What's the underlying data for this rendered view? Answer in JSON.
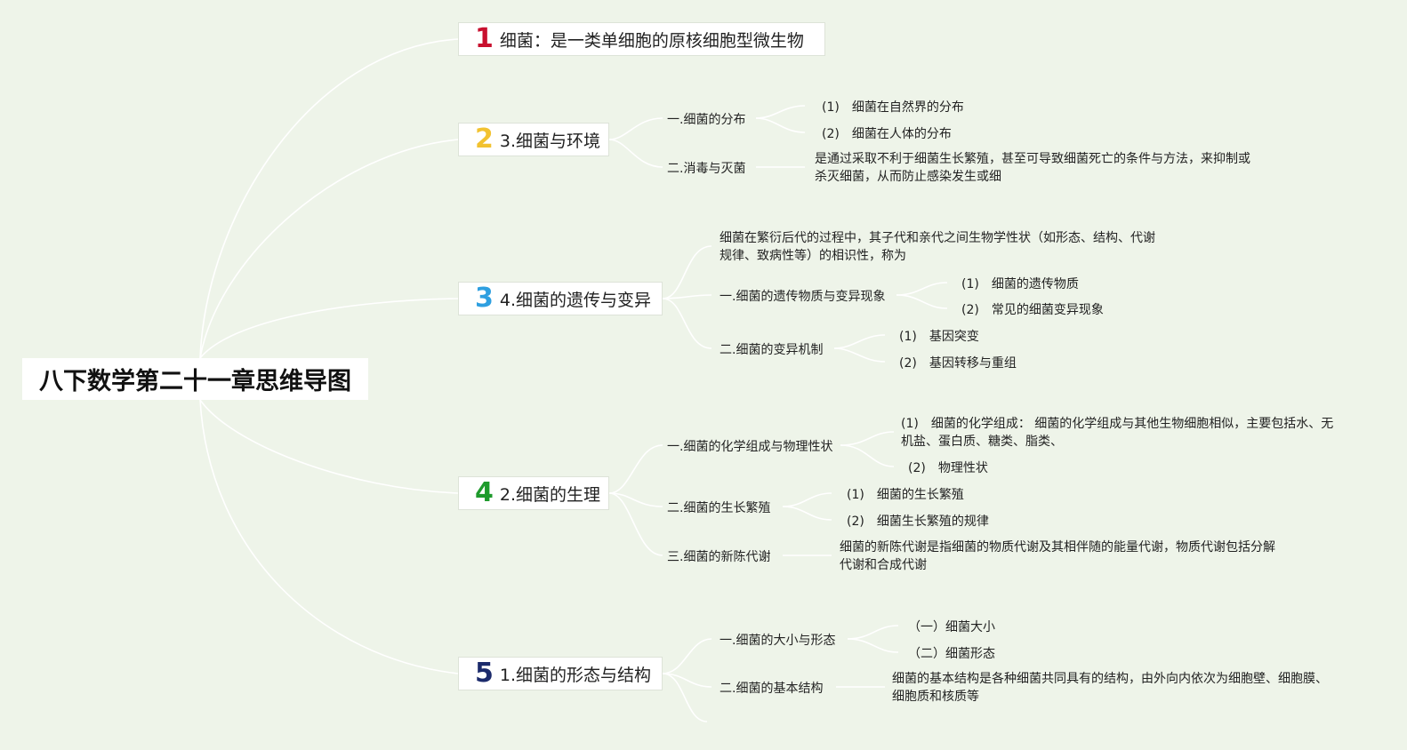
{
  "root": {
    "title": "八下数学第二十一章思维导图"
  },
  "colors": {
    "n1": "#c8102e",
    "n2": "#f2c230",
    "n3": "#2e9fe0",
    "n4": "#1e9a2c",
    "n5": "#1b2a6b",
    "link": "#ffffff"
  },
  "topics": [
    {
      "number": "1",
      "label": "细菌：是一类单细胞的原核细胞型微生物"
    },
    {
      "number": "2",
      "label": "3.细菌与环境",
      "subs": [
        {
          "label": "一.细菌的分布",
          "leaves": [
            "(1)　细菌在自然界的分布",
            "(2)　细菌在人体的分布"
          ]
        },
        {
          "label": "二.消毒与灭菌",
          "text": "是通过采取不利于细菌生长繁殖，甚至可导致细菌死亡的条件与方法，来抑制或杀灭细菌，从而防止感染发生或细"
        }
      ]
    },
    {
      "number": "3",
      "label": "4.细菌的遗传与变异",
      "intro": "细菌在繁衍后代的过程中，其子代和亲代之间生物学性状（如形态、结构、代谢规律、致病性等）的相识性，称为",
      "subs": [
        {
          "label": "一.细菌的遗传物质与变异现象",
          "leaves": [
            "(1)　细菌的遗传物质",
            "(2)　常见的细菌变异现象"
          ]
        },
        {
          "label": "二.细菌的变异机制",
          "leaves": [
            "(1)　基因突变",
            "(2)　基因转移与重组"
          ]
        }
      ]
    },
    {
      "number": "4",
      "label": "2.细菌的生理",
      "subs": [
        {
          "label": "一.细菌的化学组成与物理性状",
          "leaves": [
            "(1)　细菌的化学组成：  细菌的化学组成与其他生物细胞相似，主要包括水、无机盐、蛋白质、糖类、脂类、",
            "(2)　物理性状"
          ]
        },
        {
          "label": "二.细菌的生长繁殖",
          "leaves": [
            "(1)　细菌的生长繁殖",
            "(2)　细菌生长繁殖的规律"
          ]
        },
        {
          "label": "三.细菌的新陈代谢",
          "text": "细菌的新陈代谢是指细菌的物质代谢及其相伴随的能量代谢，物质代谢包括分解代谢和合成代谢"
        }
      ]
    },
    {
      "number": "5",
      "label": "1.细菌的形态与结构",
      "subs": [
        {
          "label": "一.细菌的大小与形态",
          "leaves": [
            "（一）细菌大小",
            "（二）细菌形态"
          ]
        },
        {
          "label": "二.细菌的基本结构",
          "text": "细菌的基本结构是各种细菌共同具有的结构，由外向内依次为细胞壁、细胞膜、细胞质和核质等"
        }
      ]
    }
  ]
}
